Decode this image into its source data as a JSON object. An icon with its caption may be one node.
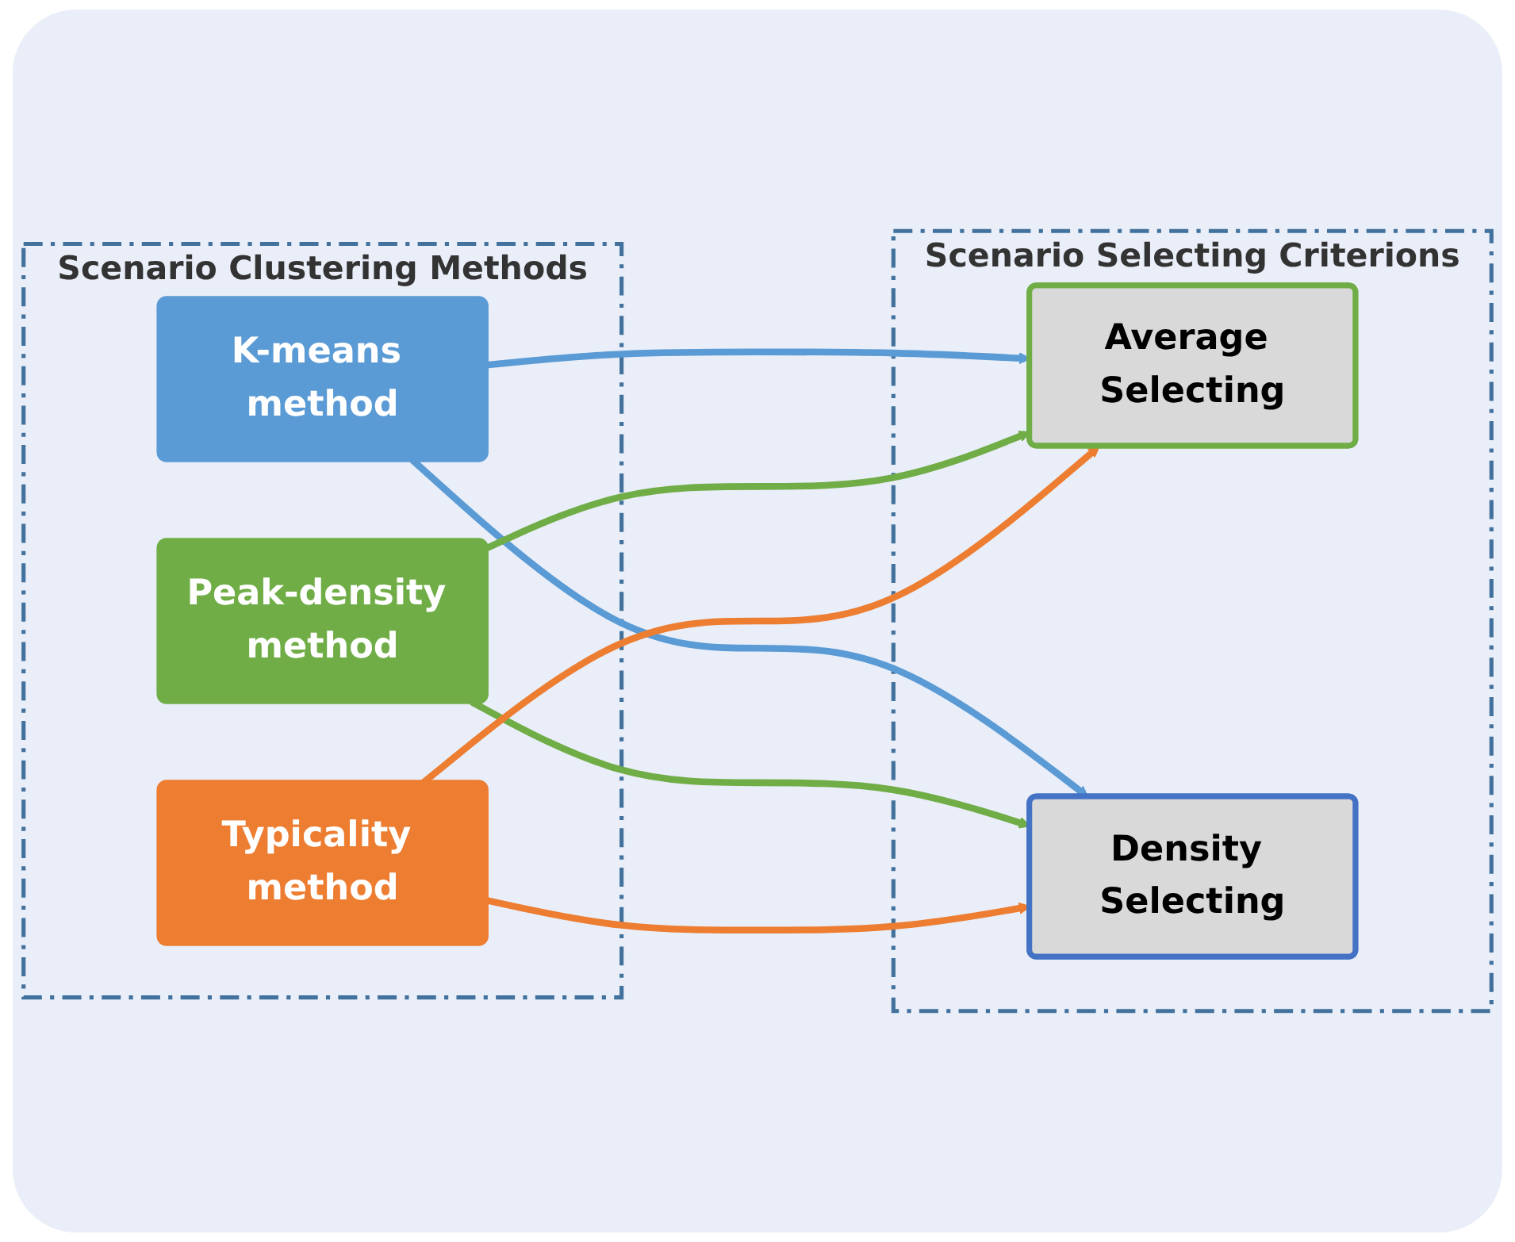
{
  "diagram": {
    "nodes": [
      {
        "text": [
          "Scenario Clustering Methods"
        ]
      },
      {
        "text": [
          "K-means method"
        ],
        "in": 0
      },
      {
        "text": [
          "Peak-density method"
        ],
        "in": 0
      },
      {
        "text": [
          "Typicality method"
        ],
        "in": 0
      },
      {
        "text": [
          "Scenario Selecting Criterions"
        ]
      },
      {
        "text": [
          "Average Selecting"
        ],
        "in": 4
      },
      {
        "text": [
          "Density Selecting"
        ],
        "in": 4
      }
    ],
    "edges": [
      {
        "from": 1,
        "to": 5,
        "arrow": "to",
        "color": "#5b9bd5"
      },
      {
        "from": 1,
        "to": 6,
        "arrow": "to",
        "color": "#5b9bd5"
      },
      {
        "from": 2,
        "to": 5,
        "arrow": "to",
        "color": "#70ad47"
      },
      {
        "from": 2,
        "to": 6,
        "arrow": "to",
        "color": "#70ad47"
      },
      {
        "from": 3,
        "to": 5,
        "arrow": "to",
        "color": "#ed7d31"
      },
      {
        "from": 3,
        "to": 6,
        "arrow": "to",
        "color": "#ed7d31"
      }
    ]
  }
}
